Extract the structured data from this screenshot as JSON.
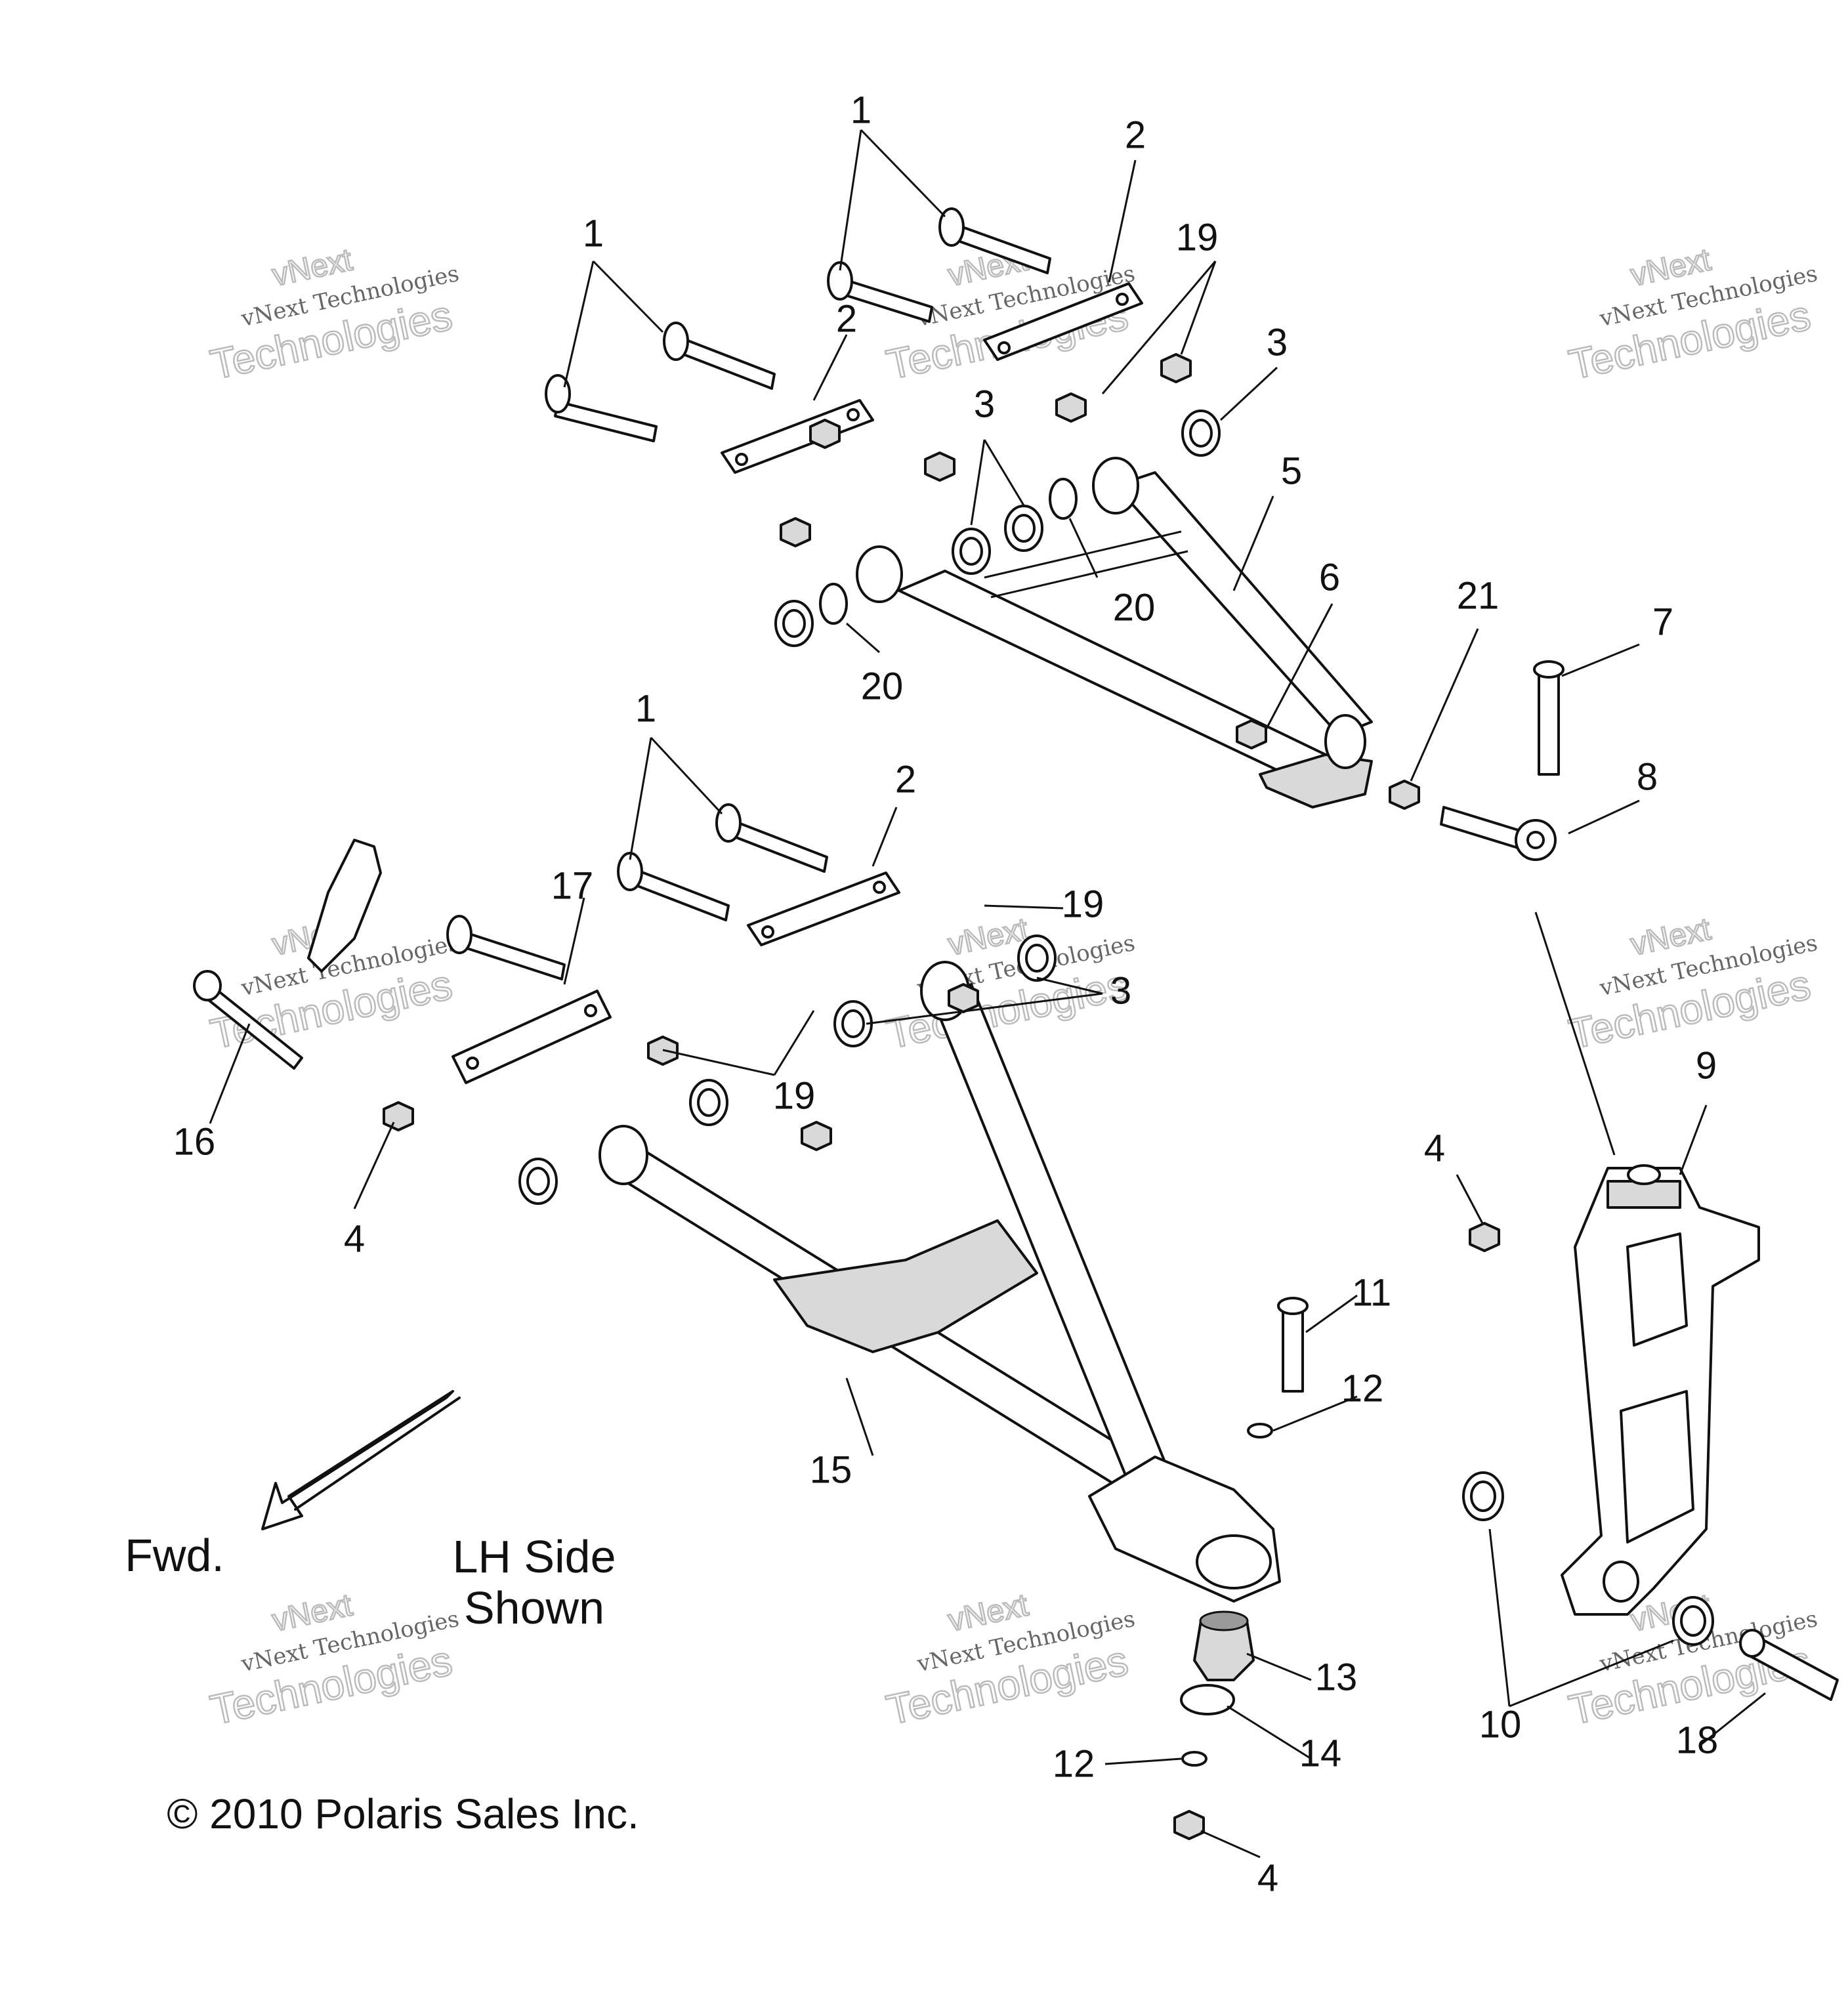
{
  "labels": {
    "fwd": "Fwd.",
    "side_line1": "LH Side",
    "side_line2": "Shown",
    "copyright": "© 2010 Polaris Sales Inc."
  },
  "watermark": {
    "line1": "vNext",
    "line2": "vNext Technologies",
    "line3": "Technologies"
  },
  "callouts": [
    "1",
    "1",
    "2",
    "19",
    "3",
    "1",
    "2",
    "3",
    "5",
    "20",
    "20",
    "6",
    "21",
    "7",
    "8",
    "1",
    "2",
    "17",
    "19",
    "19",
    "3",
    "16",
    "4",
    "9",
    "4",
    "11",
    "12",
    "15",
    "10",
    "13",
    "14",
    "12",
    "4",
    "18"
  ]
}
